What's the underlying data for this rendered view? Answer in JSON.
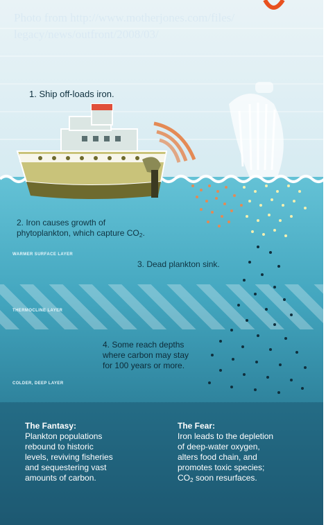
{
  "credit": {
    "line1": "Photo from http://www.motherjones.com/files/",
    "line2": "legacy/news/outfront/2008/03/"
  },
  "steps": {
    "s1": "1. Ship off-loads iron.",
    "s2_line1": "2. Iron causes growth of",
    "s2_line2_pre": "phytoplankton, which capture CO",
    "s2_line2_sub": "2",
    "s2_line2_post": ".",
    "s3": "3. Dead plankton sink.",
    "s4_line1": "4. Some reach depths",
    "s4_line2": "where carbon may stay",
    "s4_line3": "for 100 years or more."
  },
  "layers": {
    "warmer": "WARMER SURFACE LAYER",
    "thermocline": "THERMOCLINE LAYER",
    "colder": "COLDER, DEEP LAYER"
  },
  "fantasy": {
    "title": "The Fantasy:",
    "lines": [
      "Plankton populations",
      "rebound to historic",
      "levels, reviving fisheries",
      "and sequestering vast",
      "amounts of carbon."
    ]
  },
  "fear": {
    "title": "The Fear:",
    "lines": [
      "Iron leads to the depletion",
      "of deep-water oxygen,",
      "alters food chain, and",
      "promotes toxic species;"
    ],
    "last_pre": "CO",
    "last_sub": "2",
    "last_post": " soon resurfaces."
  },
  "colors": {
    "sky": "#dbeef5",
    "surface_water": "#4fb3cc",
    "deep_water": "#1f5f78",
    "ship_hull": "#c9c37a",
    "iron": "#e48a55",
    "logo": "#e8511f"
  },
  "icons": [
    "ship-icon",
    "iron-arc-icon",
    "splash-icon",
    "plankton-dots-icon"
  ]
}
